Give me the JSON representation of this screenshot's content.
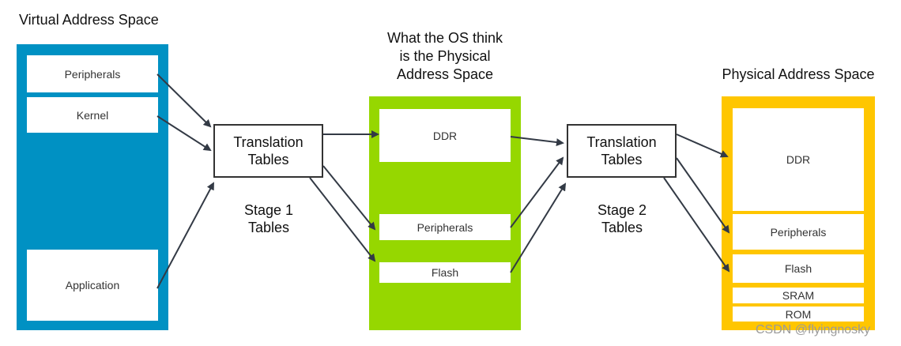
{
  "titles": {
    "virtual": "Virtual Address Space",
    "os_line1": "What the OS think",
    "os_line2": "is the Physical",
    "os_line3": "Address Space",
    "physical": "Physical Address Space"
  },
  "virtual_space": {
    "color": "#0091c3",
    "regions": [
      "Peripherals",
      "Kernel",
      "Application"
    ]
  },
  "ipa_space": {
    "color": "#96d700",
    "regions": [
      "DDR",
      "Peripherals",
      "Flash"
    ]
  },
  "physical_space": {
    "color": "#ffc600",
    "regions": [
      "DDR",
      "Peripherals",
      "Flash",
      "SRAM",
      "ROM"
    ]
  },
  "stage1": {
    "box_line1": "Translation",
    "box_line2": "Tables",
    "label_line1": "Stage 1",
    "label_line2": "Tables"
  },
  "stage2": {
    "box_line1": "Translation",
    "box_line2": "Tables",
    "label_line1": "Stage 2",
    "label_line2": "Tables"
  },
  "watermark": "CSDN @flyingnosky"
}
